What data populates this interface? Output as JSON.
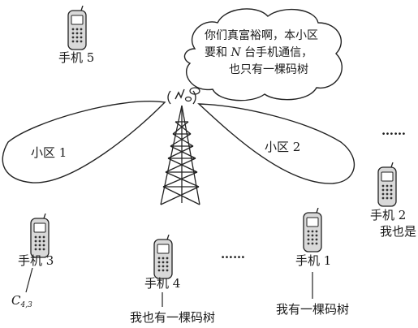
{
  "phones": {
    "p5": {
      "label": "手机 5"
    },
    "p3": {
      "label": "手机 3",
      "note_main": "C",
      "note_sub": "4,3"
    },
    "p4": {
      "label": "手机 4",
      "note": "我也有一棵码树"
    },
    "p1": {
      "label": "手机 1",
      "note": "我有一棵码树"
    },
    "p2": {
      "label": "手机 2",
      "note": "我也是"
    }
  },
  "cells": {
    "cell1": "小区 1",
    "cell2": "小区 2"
  },
  "bubble": {
    "line1": "你们真富裕啊，本小区",
    "line2_pre": "要和 ",
    "line2_n": "N",
    "line2_post": " 台手机通信，",
    "line3": "也只有一棵码树"
  },
  "ellipsis": {
    "top_right": "……",
    "bottom_middle": "……"
  },
  "icons": {
    "tower": "cell-tower-icon",
    "phone": "mobile-phone-icon"
  }
}
